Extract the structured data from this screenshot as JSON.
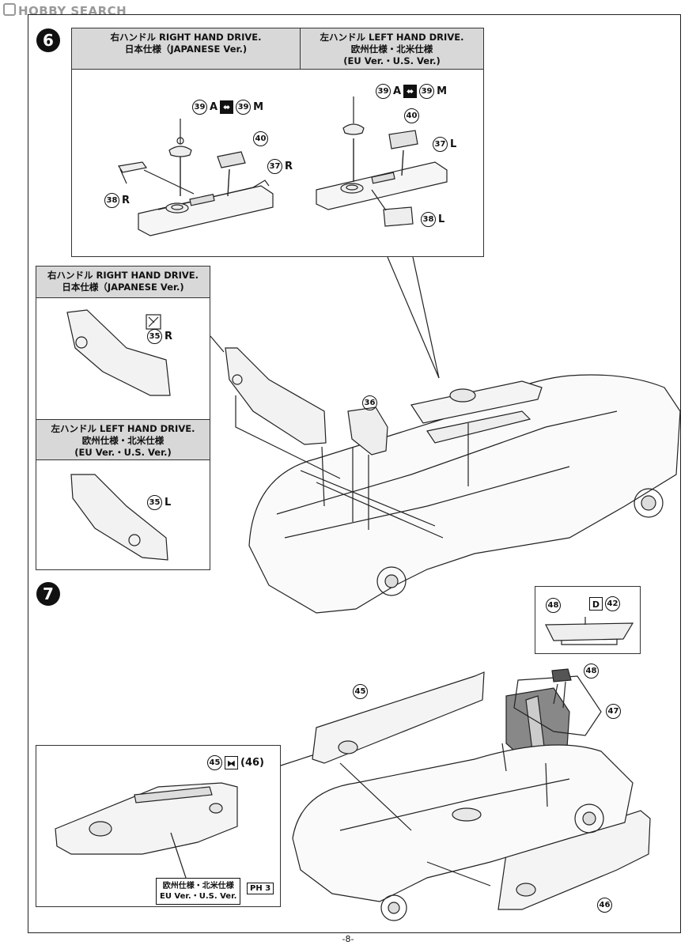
{
  "watermark": "HOBBY SEARCH",
  "page_number": "-8-",
  "step6": {
    "number": "6",
    "rhd_header": {
      "line1": "右ハンドル RIGHT HAND DRIVE.",
      "line2": "日本仕様（JAPANESE Ver.)"
    },
    "lhd_header": {
      "line1": "左ハンドル LEFT HAND DRIVE.",
      "line2": "欧州仕様・北米仕様",
      "line3": "(EU Ver.・U.S. Ver.)"
    },
    "rhd_labels": {
      "p39": "39",
      "p39_a": "A",
      "p39b": "39",
      "p39_m": "M",
      "p40": "40",
      "p37": "37",
      "p37_side": "R",
      "p38": "38",
      "p38_side": "R"
    },
    "lhd_labels": {
      "p39": "39",
      "p39_a": "A",
      "p39b": "39",
      "p39_m": "M",
      "p40": "40",
      "p37": "37",
      "p37_side": "L",
      "p38": "38",
      "p38_side": "L"
    },
    "side_rhd_header": {
      "line1": "右ハンドル RIGHT HAND DRIVE.",
      "line2": "日本仕様（JAPANESE Ver.)"
    },
    "side_lhd_header": {
      "line1": "左ハンドル LEFT HAND DRIVE.",
      "line2": "欧州仕様・北米仕様",
      "line3": "(EU Ver.・U.S. Ver.)"
    },
    "p35r": "35",
    "p35r_side": "R",
    "p35l": "35",
    "p35l_side": "L",
    "p36": "36"
  },
  "step7": {
    "number": "7",
    "p48_box": "48",
    "d_symbol": "D",
    "p42": "42",
    "p48": "48",
    "p47": "47",
    "p45": "45",
    "p46": "46",
    "detail_p45": "45",
    "detail_p46": "(46)",
    "eu_note": {
      "line1": "欧州仕様・北米仕様",
      "line2": "EU Ver.・U.S. Ver."
    },
    "ph_label": "PH",
    "ph_num": "3"
  }
}
